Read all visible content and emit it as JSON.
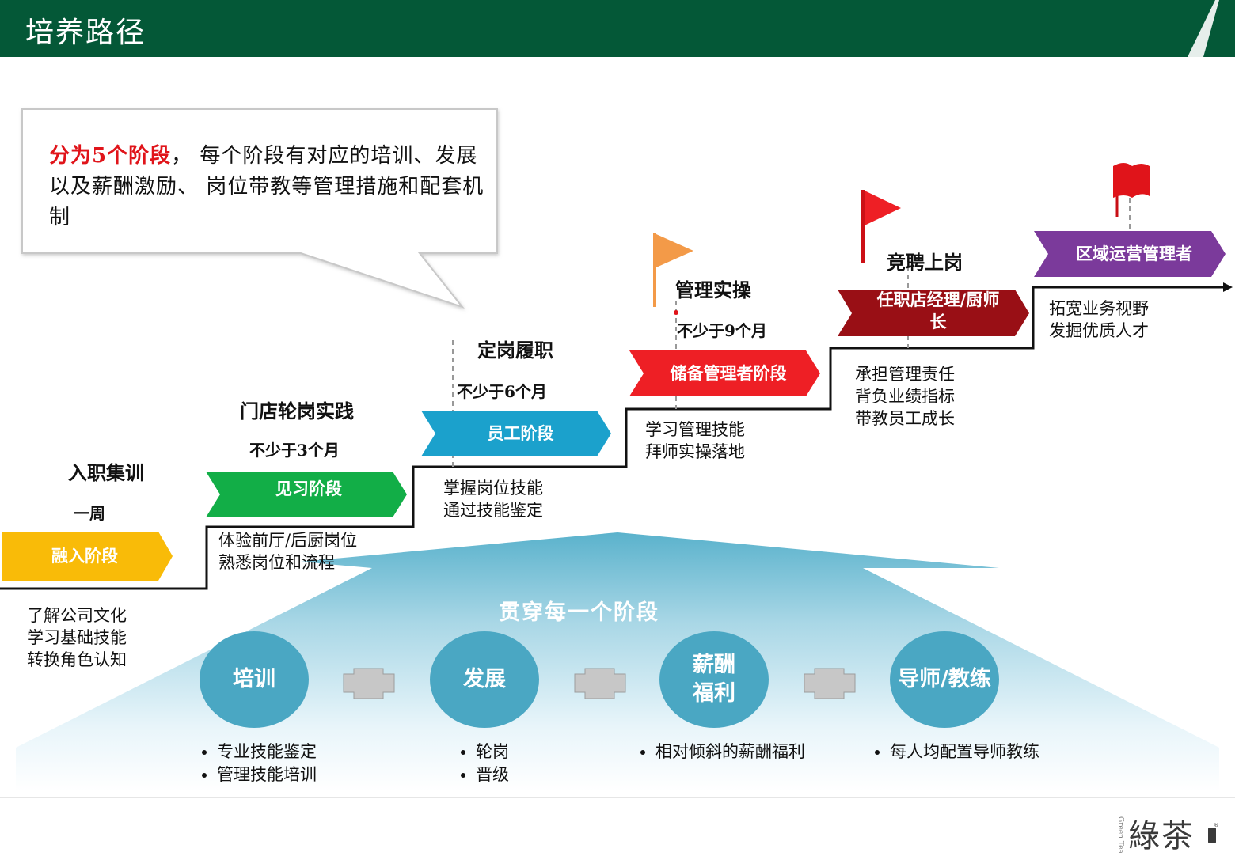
{
  "header": {
    "title": "培养路径"
  },
  "callout": {
    "highlight": "分为5个阶段",
    "text": "， 每个阶段有对应的培训、发展以及薪酬激励、 岗位带教等管理措施和配套机制"
  },
  "stages": [
    {
      "title": "入职集训",
      "duration": "一周",
      "label": "融入阶段",
      "desc": [
        "了解公司文化",
        "学习基础技能",
        "转换角色认知"
      ],
      "color": "#f9bb08"
    },
    {
      "title": "门店轮岗实践",
      "duration": "不少于3个月",
      "label": "见习阶段",
      "desc": [
        "体验前厅/后厨岗位",
        "熟悉岗位和流程"
      ],
      "color": "#12ae47"
    },
    {
      "title": "定岗履职",
      "duration": "不少于6个月",
      "label": "员工阶段",
      "desc": [
        "掌握岗位技能",
        "通过技能鉴定"
      ],
      "color": "#1ba1cc"
    },
    {
      "title": "管理实操",
      "duration": "不少于9个月",
      "label": "储备管理者阶段",
      "desc": [
        "学习管理技能",
        "拜师实操落地"
      ],
      "color": "#ee1f25"
    },
    {
      "title": "竞聘上岗",
      "duration": "",
      "label": "任职店经理/厨师长",
      "label_line1": "任职店经理/厨师",
      "label_line2": "长",
      "desc": [
        "承担管理责任",
        "背负业绩指标",
        "带教员工成长"
      ],
      "color": "#990f15"
    },
    {
      "title": "",
      "duration": "",
      "label": "区域运营管理者",
      "desc": [
        "拓宽业务视野",
        "发掘优质人才"
      ],
      "color": "#7b3a9b"
    }
  ],
  "through": {
    "title": "贯穿每一个阶段",
    "pillars": [
      {
        "name": "培训",
        "bullets": [
          "专业技能鉴定",
          "管理技能培训"
        ]
      },
      {
        "name": "发展",
        "bullets": [
          "轮岗",
          "晋级"
        ]
      },
      {
        "name": "薪酬福利",
        "name_line1": "薪酬",
        "name_line2": "福利",
        "bullets": [
          "相对倾斜的薪酬福利"
        ]
      },
      {
        "name": "导师/教练",
        "bullets": [
          "每人均配置导师教练"
        ]
      }
    ]
  },
  "colors": {
    "header_bg": "#045837",
    "flag_orange": "#f39a48",
    "flag_red": "#ee1f25",
    "circle": "#4aa7c3"
  },
  "logo": {
    "brand": "綠茶",
    "small": "Green Tea"
  }
}
